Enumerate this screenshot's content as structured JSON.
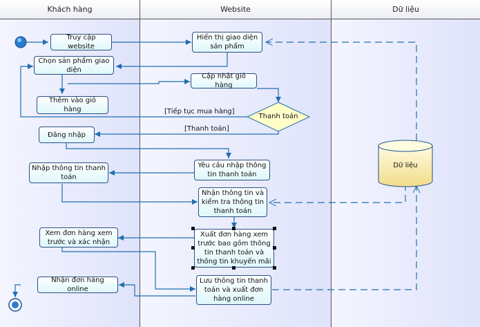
{
  "lanes": [
    {
      "label": "Khách hàng"
    },
    {
      "label": "Website"
    },
    {
      "label": "Dữ liệu"
    }
  ],
  "nodes": {
    "truy_cap": "Truy cập website",
    "hien_thi": "Hiển thị giao diện sản phẩm",
    "chon_sp": "Chọn sản phẩm giao diện",
    "cap_nhat": "Cập nhật giỏ hàng",
    "them_gio": "Thêm vào giỏ hàng",
    "thanh_toan": "Thanh toán",
    "dang_nhap": "Đăng nhập",
    "yeu_cau": "Yêu cầu nhập thông tin thanh toán",
    "nhap_tt": "Nhập thông tin thanh toán",
    "nhan_tt": "Nhận thông tin và kiểm tra thông tin thanh toán",
    "xem_don": "Xem đơn hàng xem trước và xác nhận",
    "xuat_don": "Xuất đơn hàng xem trước bao gồm thông tin thanh toán và thông tin khuyến mãi",
    "nhan_don": "Nhận đơn hàng online",
    "luu_tt": "Lưu thông tin thanh toán và xuất đơn hàng online",
    "du_lieu": "Dữ liệu"
  },
  "edge_labels": {
    "tiep_tuc": "[Tiếp tục mua hàng]",
    "thanh_toan": "[Thanh toán]"
  },
  "colors": {
    "edge": "#1f6fae",
    "lane_border": "#555555",
    "node_border": "#2a4f82",
    "decision_fill": "#ffffc8",
    "datastore_fill": "#f8e9a6"
  }
}
